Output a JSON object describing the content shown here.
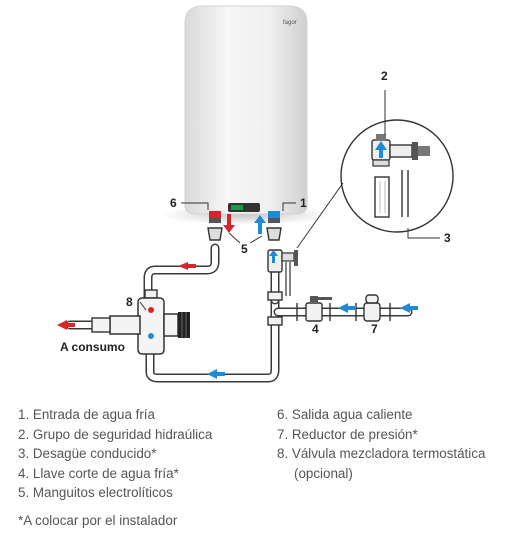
{
  "diagram": {
    "brand": "fagor",
    "consumo_label": "A consumo",
    "callouts": [
      "1",
      "2",
      "3",
      "4",
      "5",
      "6",
      "7",
      "8"
    ],
    "colors": {
      "hot": "#d7262a",
      "cold": "#1f8ad6",
      "pipe_outline": "#3a3a3a",
      "tank": "#ececec"
    }
  },
  "legend": {
    "left": [
      "1. Entrada de agua fría",
      "2. Grupo de seguridad hidraúlica",
      "3. Desagüe conducido*",
      "4. Llave corte de agua fría*",
      "5. Manguitos electrolíticos"
    ],
    "right": [
      "6. Salida agua caliente",
      "7. Reductor de presión*",
      "8. Válvula mezcladora termostática",
      "(opcional)"
    ]
  },
  "footnote": "*A colocar por el instalador"
}
